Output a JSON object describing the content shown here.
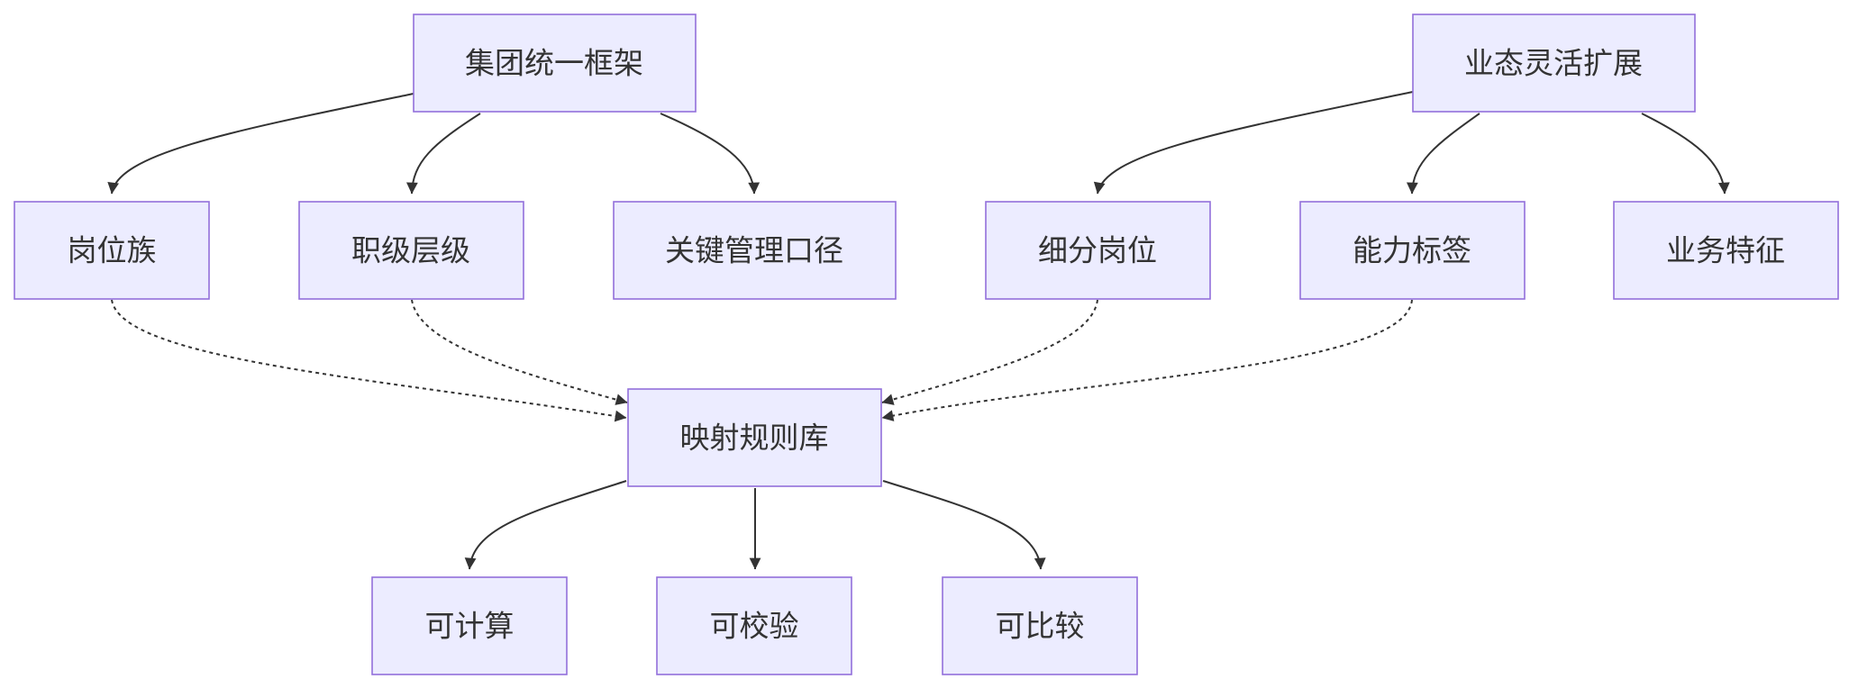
{
  "diagram": {
    "nodes": [
      {
        "id": "n_framework",
        "label": "集团统一框架"
      },
      {
        "id": "n_business",
        "label": "业态灵活扩展"
      },
      {
        "id": "n_family",
        "label": "岗位族"
      },
      {
        "id": "n_grade",
        "label": "职级层级"
      },
      {
        "id": "n_caliber",
        "label": "关键管理口径"
      },
      {
        "id": "n_subpost",
        "label": "细分岗位"
      },
      {
        "id": "n_skill",
        "label": "能力标签"
      },
      {
        "id": "n_feature",
        "label": "业务特征"
      },
      {
        "id": "n_rules",
        "label": "映射规则库"
      },
      {
        "id": "n_calc",
        "label": "可计算"
      },
      {
        "id": "n_verify",
        "label": "可校验"
      },
      {
        "id": "n_compare",
        "label": "可比较"
      }
    ],
    "edges": [
      {
        "from": "n_framework",
        "to": "n_family",
        "style": "solid"
      },
      {
        "from": "n_framework",
        "to": "n_grade",
        "style": "solid"
      },
      {
        "from": "n_framework",
        "to": "n_caliber",
        "style": "solid"
      },
      {
        "from": "n_business",
        "to": "n_subpost",
        "style": "solid"
      },
      {
        "from": "n_business",
        "to": "n_skill",
        "style": "solid"
      },
      {
        "from": "n_business",
        "to": "n_feature",
        "style": "solid"
      },
      {
        "from": "n_family",
        "to": "n_rules",
        "style": "dotted"
      },
      {
        "from": "n_grade",
        "to": "n_rules",
        "style": "dotted"
      },
      {
        "from": "n_subpost",
        "to": "n_rules",
        "style": "dotted"
      },
      {
        "from": "n_skill",
        "to": "n_rules",
        "style": "dotted"
      },
      {
        "from": "n_rules",
        "to": "n_calc",
        "style": "solid"
      },
      {
        "from": "n_rules",
        "to": "n_verify",
        "style": "solid"
      },
      {
        "from": "n_rules",
        "to": "n_compare",
        "style": "solid"
      }
    ]
  }
}
